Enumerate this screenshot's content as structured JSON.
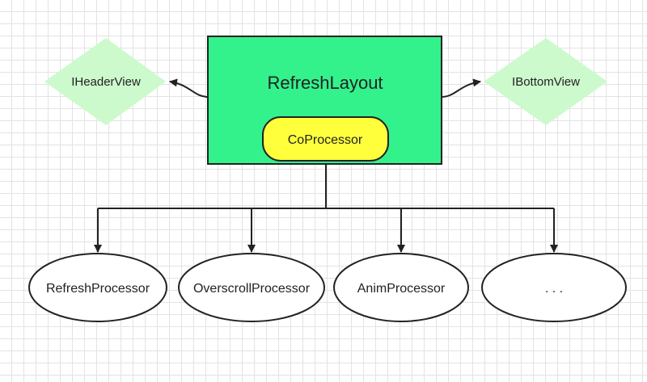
{
  "diagram": {
    "main_box": {
      "label": "RefreshLayout",
      "fill": "#33f28c"
    },
    "co_processor": {
      "label": "CoProcessor",
      "fill": "#ffff3c"
    },
    "header_view": {
      "label": "IHeaderView",
      "fill": "#ccfacc"
    },
    "bottom_view": {
      "label": "IBottomView",
      "fill": "#ccfacc"
    },
    "processors": [
      {
        "label": "RefreshProcessor"
      },
      {
        "label": "OverscrollProcessor"
      },
      {
        "label": "AnimProcessor"
      },
      {
        "label": ". . ."
      }
    ]
  }
}
